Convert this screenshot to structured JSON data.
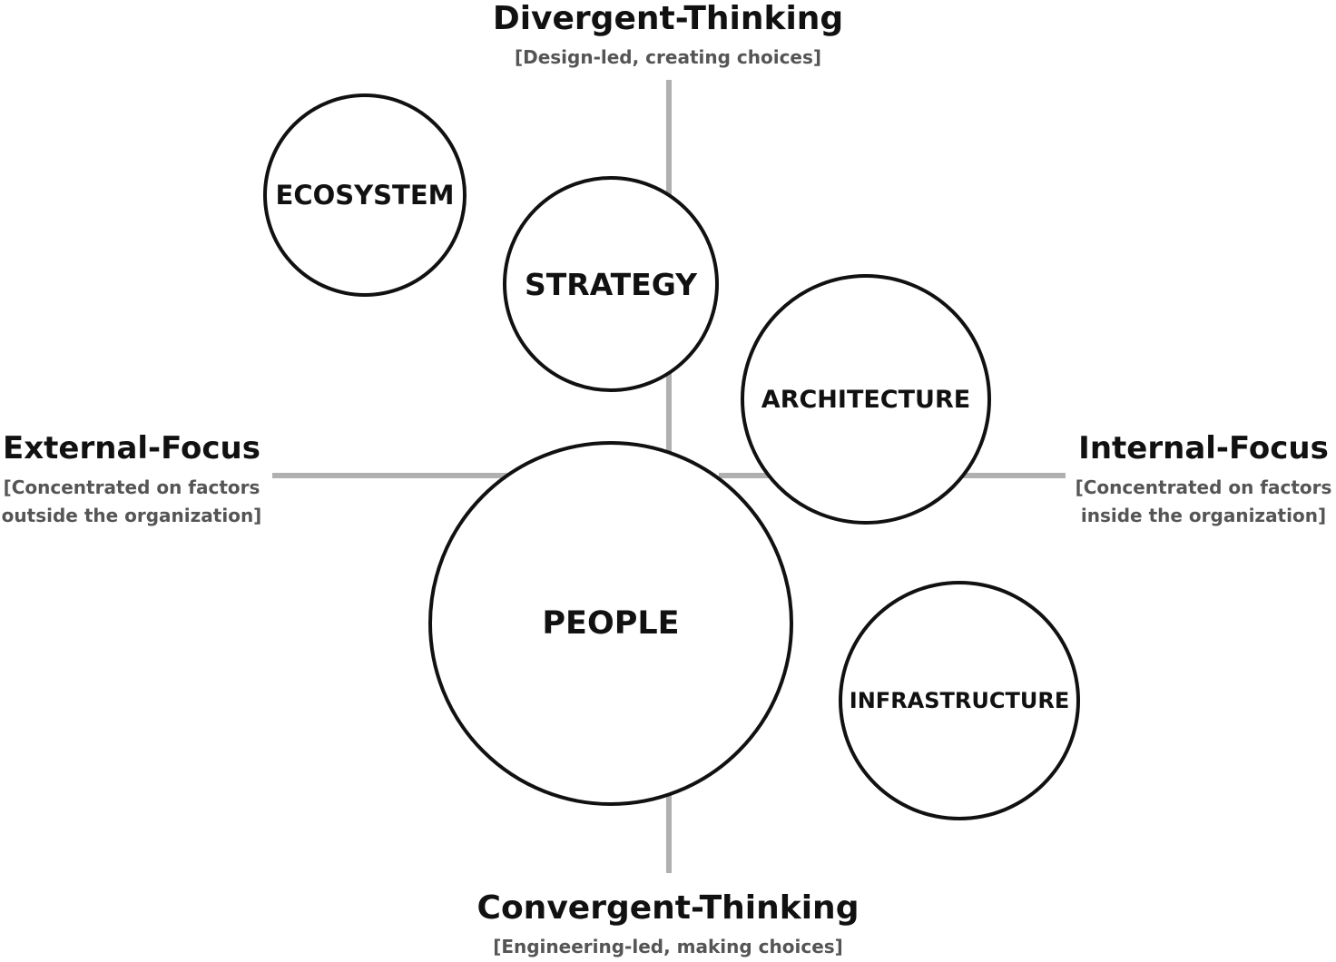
{
  "axes": {
    "top": {
      "title": "Divergent-Thinking",
      "subtitle": "[Design-led, creating choices]"
    },
    "bottom": {
      "title": "Convergent-Thinking",
      "subtitle": "[Engineering-led, making choices]"
    },
    "left": {
      "title": "External-Focus",
      "subtitle_line1": "[Concentrated on factors",
      "subtitle_line2": "outside the organization]"
    },
    "right": {
      "title": "Internal-Focus",
      "subtitle_line1": "[Concentrated on factors",
      "subtitle_line2": "inside the organization]"
    }
  },
  "circles": {
    "ecosystem": "ECOSYSTEM",
    "strategy": "STRATEGY",
    "architecture": "ARCHITECTURE",
    "people": "PEOPLE",
    "infrastructure": "INFRASTRUCTURE"
  },
  "colors": {
    "axis_line": "#b0b0b0",
    "circle_stroke": "#111111",
    "subtitle_text": "#555555"
  }
}
